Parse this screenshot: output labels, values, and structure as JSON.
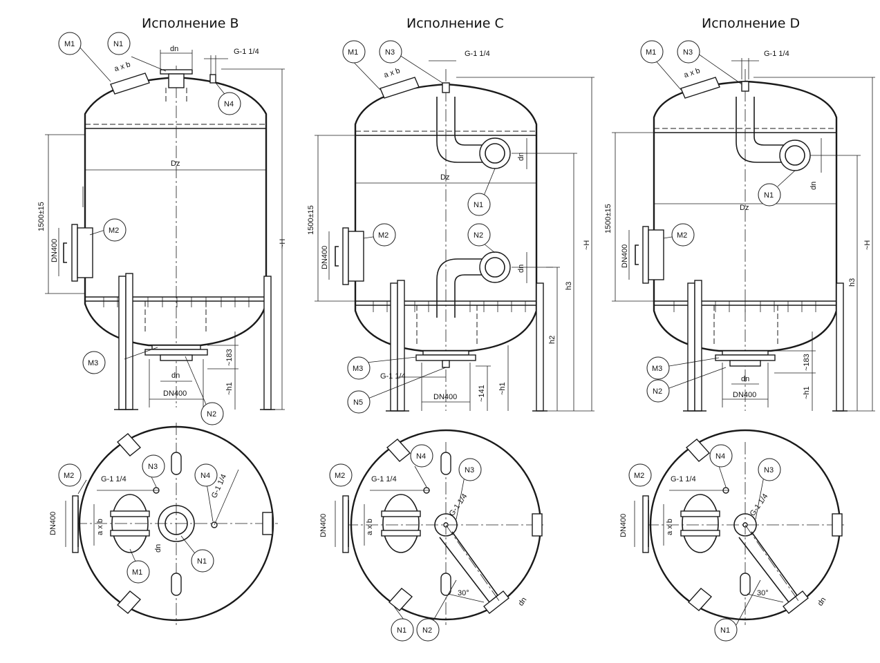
{
  "views": [
    {
      "title": "Исполнение B",
      "front": {
        "dims": {
          "dn_top": "dn",
          "g_top": "G-1 1/4",
          "ab": "a x b",
          "dz": "Dz",
          "h1500": "1500±15",
          "dn400_side": "DN400",
          "dn_bot": "dn",
          "dn400_bot": "DN400",
          "d183": "~183",
          "h1": "~h1",
          "H": "~H"
        },
        "tags": [
          "M1",
          "N1",
          "N4",
          "M2",
          "M3",
          "N2"
        ]
      },
      "top": {
        "dims": {
          "g1": "G-1 1/4",
          "g2": "G-1 1/4",
          "dn400": "DN400",
          "ab": "a x b",
          "dn": "dn"
        },
        "tags": [
          "M2",
          "N3",
          "N4",
          "M1",
          "N1"
        ]
      }
    },
    {
      "title": "Исполнение C",
      "front": {
        "dims": {
          "g_top": "G-1 1/4",
          "ab": "a x b",
          "dz": "Dz",
          "h1500": "1500±15",
          "dn400_side": "DN400",
          "dn1": "dn",
          "dn2": "dn",
          "h3": "h3",
          "h2": "h2",
          "g_bot": "G-1 1/4",
          "dn400_bot": "DN400",
          "d141": "~141",
          "h1": "~h1",
          "H": "~H"
        },
        "tags": [
          "M1",
          "N3",
          "N1",
          "M2",
          "N2",
          "M3",
          "N5"
        ]
      },
      "top": {
        "dims": {
          "g1": "G-1 1/4",
          "g2": "G-1 1/4",
          "dn400": "DN400",
          "ab": "a x b",
          "ang": "30°",
          "dn": "dn"
        },
        "tags": [
          "M2",
          "N4",
          "N3",
          "N1",
          "N2"
        ]
      }
    },
    {
      "title": "Исполнение D",
      "front": {
        "dims": {
          "g_top": "G-1 1/4",
          "ab": "a x b",
          "dz": "Dz",
          "h1500": "1500±15",
          "dn400_side": "DN400",
          "dn1": "dn",
          "h3": "h3",
          "dn_bot": "dn",
          "dn400_bot": "DN400",
          "d183": "~183",
          "h1": "~h1",
          "H": "~H"
        },
        "tags": [
          "M1",
          "N3",
          "N1",
          "M2",
          "M3",
          "N2"
        ]
      },
      "top": {
        "dims": {
          "g1": "G-1 1/4",
          "g2": "G-1 1/4",
          "dn400": "DN400",
          "ab": "a x b",
          "ang": "30°",
          "dn": "dn"
        },
        "tags": [
          "M2",
          "N4",
          "N3",
          "N1"
        ]
      }
    }
  ]
}
